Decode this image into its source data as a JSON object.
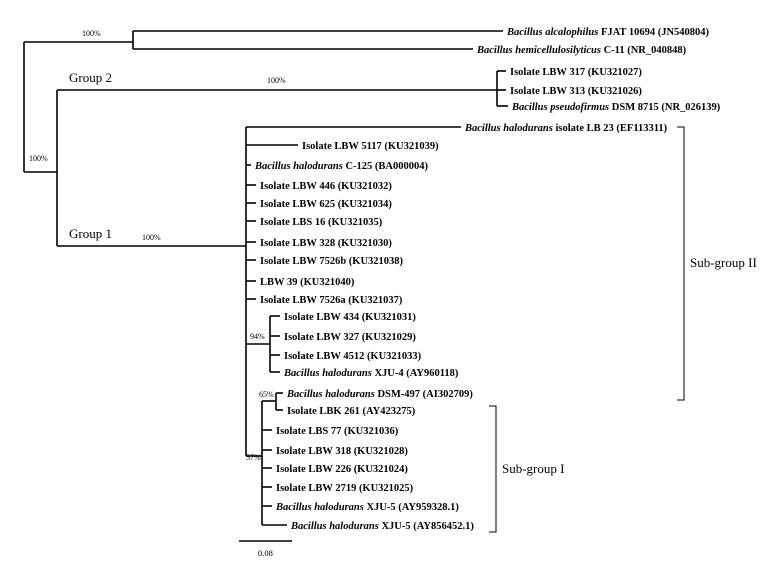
{
  "tree": {
    "taxa": [
      {
        "key": "alk",
        "species": "Bacillus alcalophilus",
        "strain": " FJAT 10694 (JN540804)"
      },
      {
        "key": "hem",
        "species": "Bacillus hemicellulosilyticus",
        "strain": " C-11 (NR_040848)"
      },
      {
        "key": "l317",
        "species": "",
        "strain": "Isolate LBW 317 (KU321027)"
      },
      {
        "key": "l313",
        "species": "",
        "strain": "Isolate LBW 313 (KU321026)"
      },
      {
        "key": "pse",
        "species": "Bacillus pseudofirmus",
        "strain": " DSM 8715 (NR_026139)"
      },
      {
        "key": "lb23",
        "species": "Bacillus halodurans",
        "strain": " isolate LB 23 (EF113311)"
      },
      {
        "key": "l5117",
        "species": "",
        "strain": "Isolate LBW 5117 (KU321039)"
      },
      {
        "key": "c125",
        "species": "Bacillus halodurans",
        "strain": " C-125 (BA000004)"
      },
      {
        "key": "l446",
        "species": "",
        "strain": "Isolate LBW 446 (KU321032)"
      },
      {
        "key": "l625",
        "species": "",
        "strain": "Isolate LBW 625 (KU321034)"
      },
      {
        "key": "lbs16",
        "species": "",
        "strain": "Isolate LBS 16 (KU321035)"
      },
      {
        "key": "l328",
        "species": "",
        "strain": "Isolate LBW 328 (KU321030)"
      },
      {
        "key": "l7526b",
        "species": "",
        "strain": "Isolate LBW 7526b (KU321038)"
      },
      {
        "key": "l39",
        "species": "",
        "strain": "LBW 39 (KU321040)"
      },
      {
        "key": "l7526a",
        "species": "",
        "strain": "Isolate LBW 7526a (KU321037)"
      },
      {
        "key": "l434",
        "species": "",
        "strain": "Isolate LBW 434 (KU321031)"
      },
      {
        "key": "l327",
        "species": "",
        "strain": "Isolate LBW 327 (KU321029)"
      },
      {
        "key": "l4512",
        "species": "",
        "strain": "Isolate LBW 4512 (KU321033)"
      },
      {
        "key": "xju4",
        "species": "Bacillus halodurans",
        "strain": " XJU-4 (AY960118)"
      },
      {
        "key": "dsm497",
        "species": "Bacillus halodurans",
        "strain": " DSM-497 (AI302709)"
      },
      {
        "key": "lbk261",
        "species": "",
        "strain": "Isolate LBK 261 (AY423275)"
      },
      {
        "key": "lbs77",
        "species": "",
        "strain": "Isolate LBS 77 (KU321036)"
      },
      {
        "key": "l318",
        "species": "",
        "strain": "Isolate LBW 318 (KU321028)"
      },
      {
        "key": "l226",
        "species": "",
        "strain": "Isolate LBW 226 (KU321024)"
      },
      {
        "key": "l2719",
        "species": "",
        "strain": "Isolate LBW 2719 (KU321025)"
      },
      {
        "key": "xju5a",
        "species": "Bacillus halodurans",
        "strain": " XJU-5 (AY959328.1)"
      },
      {
        "key": "xju5b",
        "species": "Bacillus halodurans",
        "strain": " XJU-5 (AY856452.1)"
      }
    ],
    "bootstrap": {
      "outgroup": "100%",
      "group2": "100%",
      "root": "100%",
      "group1": "100%",
      "xju4_clade": "94%",
      "dsm_clade": "65%",
      "subgroup1": "57%"
    },
    "groups": {
      "group1": "Group 1",
      "group2": "Group 2",
      "subgroup1": "Sub-group I",
      "subgroup2": "Sub-group II"
    },
    "scale_bar": "0.08"
  }
}
